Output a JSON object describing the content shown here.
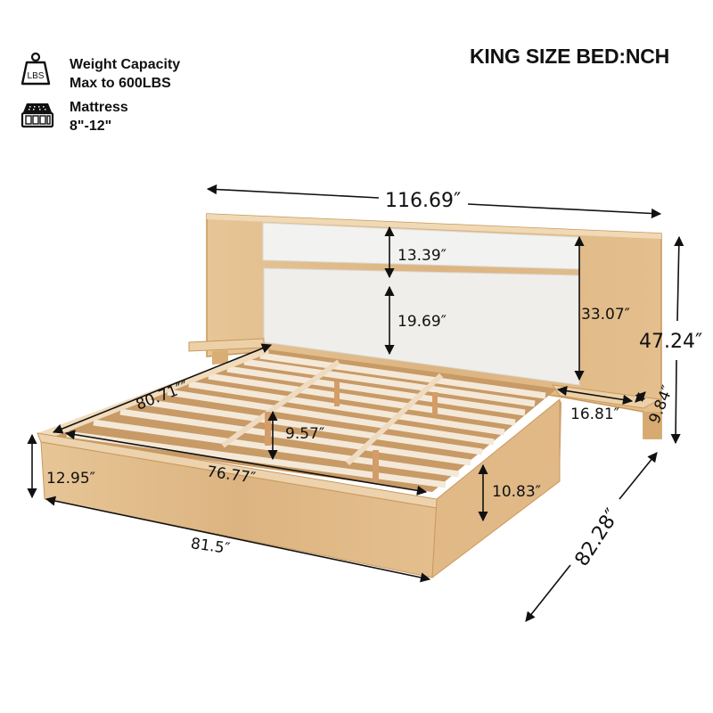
{
  "title": "KING SIZE BED:NCH",
  "specs": [
    {
      "icon": "weight-icon",
      "icon_label": "LBS",
      "line1": "Weight Capacity",
      "line2": "Max to 600LBS"
    },
    {
      "icon": "mattress-icon",
      "line1": "Mattress",
      "line2": "8\"-12\""
    }
  ],
  "dimensions": {
    "total_width": "116.69″",
    "upper_cushion_height": "13.39″",
    "lower_cushion_height": "19.69″",
    "cushion_total_height": "33.07″",
    "total_height": "47.24″",
    "nightstand_width": "16.81″",
    "nightstand_depth": "9.84″",
    "inner_length": "80.71″″",
    "slat_clearance": "9.57″",
    "frame_height": "12.95″",
    "inner_width": "76.77″",
    "side_rail_height": "10.83″",
    "outer_width": "81.5″",
    "total_length": "82.28″"
  },
  "colors": {
    "wood": "#e2bf8e",
    "wood_dark": "#d2a36c",
    "wood_light": "#ecd3ad",
    "cushion": "#efefed",
    "slat": "#f3e6d2",
    "ink": "#111111"
  }
}
